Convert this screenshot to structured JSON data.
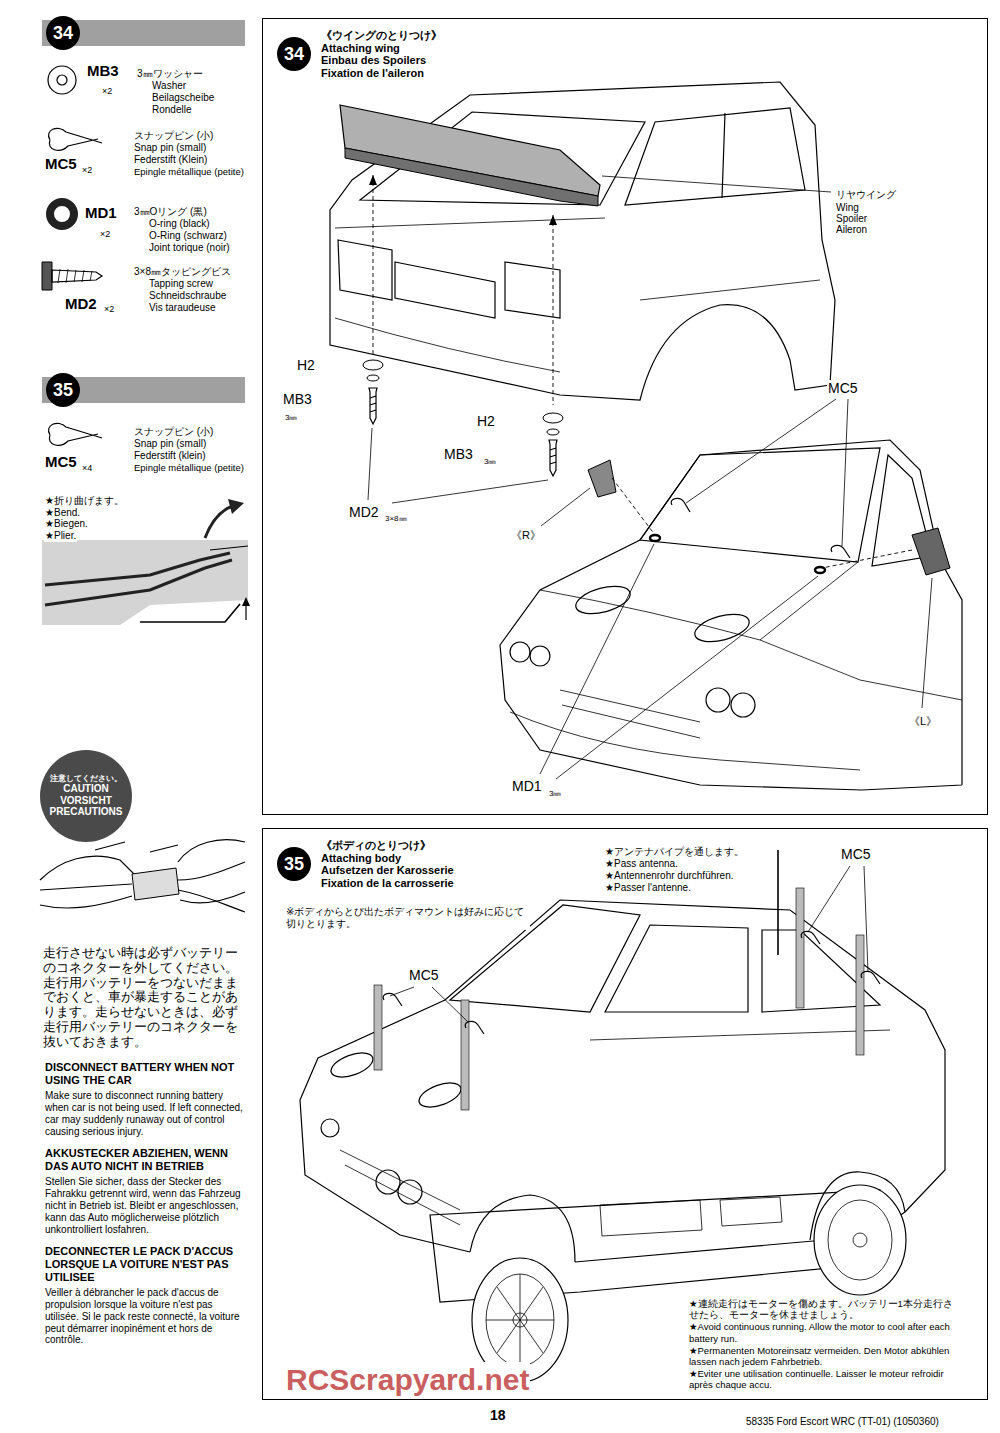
{
  "diagram": {
    "nodes": [
      {
        "text": [
          "34"
        ]
      },
      {
        "text": [
          "35"
        ]
      },
      {
        "text": [
          "注意してください。",
          "CAUTION",
          "VORSICHT",
          "PRECAUTIONS"
        ]
      },
      {
        "text": [
          "34",
          "《ウイングのとりつけ》",
          "Attaching wing",
          "Einbau des Spoilers",
          "Fixation de l'aileron"
        ]
      },
      {
        "text": [
          "35",
          "《ボディのとりつけ》",
          "Attaching body",
          "Aufsetzen der Karosserie",
          "Fixation de la carrosserie"
        ]
      }
    ],
    "labels": [
      "MB3",
      "×2",
      "3㎜ワッシャー",
      "Washer",
      "Beilagscheibe",
      "Rondelle",
      "MC5",
      "×2",
      "スナップピン (小)",
      "Snap pin (small)",
      "Federstift (Klein)",
      "Epingle métallique (petite)",
      "MD1",
      "×2",
      "3㎜Oリング (黒)",
      "O-ring (black)",
      "O-Ring (schwarz)",
      "Joint torique (noir)",
      "MD2",
      "×2",
      "3×8㎜タッピングビス",
      "Tapping screw",
      "Schneidschraube",
      "Vis taraudeuse",
      "スナップピン (小)",
      "Snap pin (small)",
      "Federstift (klein)",
      "Epingle métallique (petite)",
      "MC5",
      "×4",
      "★折り曲げます。",
      "★Bend.",
      "★Biegen.",
      "★Plier.",
      "走行させない時は必ずバッテリーのコネクターを外してください。走行用バッテリーをつないだままでおくと、車が暴走することがあります。走らせないときは、必ず走行用バッテリーのコネクターを抜いておきます。",
      "DISCONNECT BATTERY WHEN NOT USING THE CAR",
      "Make sure to disconnect running battery when car is not being used. If left connected, car may suddenly runaway out of control causing serious injury.",
      "AKKUSTECKER ABZIEHEN, WENN DAS AUTO NICHT IN BETRIEB",
      "Stellen Sie sicher, dass der Stecker des Fahrakku getrennt wird, wenn das Fahrzeug nicht in Betrieb ist. Bleibt er angeschlossen, kann das Auto möglicherweise plötzlich unkontrolliert losfahren.",
      "DECONNECTER LE PACK D'ACCUS LORSQUE LA VOITURE N'EST PAS UTILISEE",
      "Veiller à débrancher le pack d'accus de propulsion lorsque la voiture n'est pas utilisée. Si le pack reste connecté, la voiture peut démarrer inopinément et hors de contrôle.",
      "リヤウイング",
      "Wing",
      "Spoiler",
      "Aileron",
      "H2",
      "MB3",
      "3㎜",
      "H2",
      "MB3",
      "3㎜",
      "MD2",
      "3×8㎜",
      "MC5",
      "《R》",
      "《L》",
      "MD1",
      "3㎜",
      "※ボディからとび出たボディマウントは好みに応じて切りとります。",
      "★アンテナパイプを通します。",
      "★Pass antenna.",
      "★Antennenrohr durchführen.",
      "★Passer l'antenne.",
      "MC5",
      "MC5",
      "★連続走行はモーターを傷めます。バッテリー1本分走行させたら、モーターを休ませましょう。",
      "★Avoid continuous running. Allow the motor to cool after each battery run.",
      "★Permanenten Motoreinsatz vermeiden. Den Motor abkühlen lassen nach jedem Fahrbetrieb.",
      "★Eviter une utilisation continuelle. Laisser le moteur refroidir après chaque accu.",
      "18",
      "58335 Ford Escort WRC (TT-01) (1050360)",
      "RCScrapyard.net"
    ]
  }
}
